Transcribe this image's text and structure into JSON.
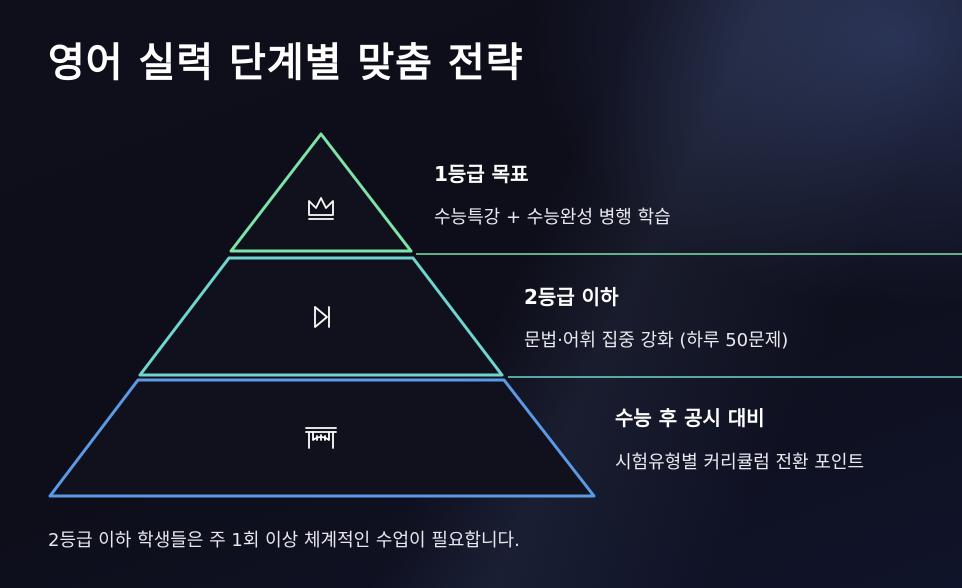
{
  "title": "영어 실력 단계별 맞춤 전략",
  "tiers": [
    {
      "heading": "1등급 목표",
      "description": "수능특강 + 수능완성 병행 학습",
      "icon": "crown-icon",
      "color": "#7ee3a8"
    },
    {
      "heading": "2등급 이하",
      "description": "문법·어휘 집중 강화 (하루 50문제)",
      "icon": "skip-forward-icon",
      "color": "#6fd6cf"
    },
    {
      "heading": "수능 후 공시 대비",
      "description": "시험유형별 커리큘럼 전환 포인트",
      "icon": "bridge-icon",
      "color": "#5b9ae6"
    }
  ],
  "footnote": "2등급 이하 학생들은 주 1회 이상 체계적인 수업이 필요합니다."
}
